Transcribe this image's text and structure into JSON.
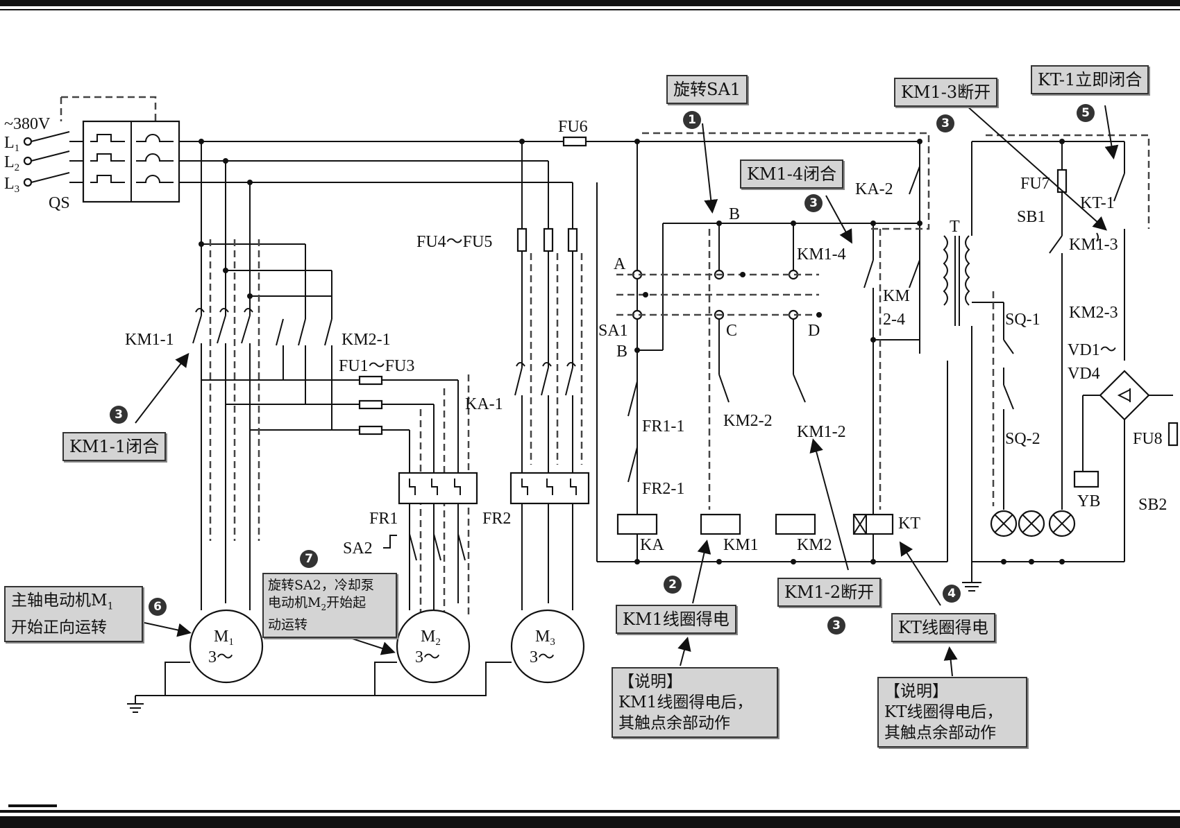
{
  "supply": {
    "voltage": "~380V",
    "phases": [
      "L",
      "L",
      "L"
    ],
    "phase_subs": [
      "1",
      "2",
      "3"
    ],
    "switch": "QS"
  },
  "components": {
    "fu6": "FU6",
    "fu4_fu5": "FU4～FU5",
    "fu1_fu3": "FU1～FU3",
    "fu7": "FU7",
    "fu8": "FU8",
    "km1_1": "KM1-1",
    "km2_1": "KM2-1",
    "ka_1": "KA-1",
    "ka_2": "KA-2",
    "km1_4": "KM1-4",
    "km2_4_a": "KM",
    "km2_4_b": "2-4",
    "sa1": "SA1",
    "fr1_1": "FR1-1",
    "fr2_1": "FR2-1",
    "km2_2": "KM2-2",
    "km1_2": "KM1-2",
    "fr1": "FR1",
    "fr2": "FR2",
    "sa2": "SA2",
    "ka": "KA",
    "km1": "KM1",
    "km2": "KM2",
    "kt": "KT",
    "t": "T",
    "sb1": "SB1",
    "sb2": "SB2",
    "kt_1": "KT-1",
    "km1_3": "KM1-3",
    "km2_3": "KM2-3",
    "sq_1": "SQ-1",
    "sq_2": "SQ-2",
    "vd_a": "VD1～",
    "vd_b": "VD4",
    "yb": "YB",
    "node_a": "A",
    "node_b_top": "B",
    "node_b_bottom": "B",
    "node_c": "C",
    "node_d": "D"
  },
  "motors": [
    {
      "name": "M",
      "sub": "1",
      "rating": "3～"
    },
    {
      "name": "M",
      "sub": "2",
      "rating": "3～"
    },
    {
      "name": "M",
      "sub": "3",
      "rating": "3～"
    }
  ],
  "callouts": {
    "rotate_sa1": "旋转SA1",
    "km1_3_open": "KM1-3断开",
    "kt_1_close": "KT-1立即闭合",
    "km1_4_close": "KM1-4闭合",
    "km1_1_close": "KM1-1闭合",
    "km1_coil": "KM1线圈得电",
    "km1_2_open": "KM1-2断开",
    "kt_coil": "KT线圈得电",
    "spindle_line1": "主轴电动机M",
    "spindle_sub": "1",
    "spindle_line2": "开始正向运转",
    "sa2_line1": "旋转SA2，冷却泵",
    "sa2_line2a": "电动机M",
    "sa2_sub": "2",
    "sa2_line2b": "开始起",
    "sa2_line3": "动运转",
    "note_km1_title": "【说明】",
    "note_km1_l1": "KM1线圈得电后，",
    "note_km1_l2": "其触点余部动作",
    "note_kt_title": "【说明】",
    "note_kt_l1": "KT线圈得电后，",
    "note_kt_l2": "其触点余部动作"
  },
  "steps": [
    "1",
    "3",
    "5",
    "3",
    "3",
    "2",
    "3",
    "4",
    "6",
    "7"
  ]
}
